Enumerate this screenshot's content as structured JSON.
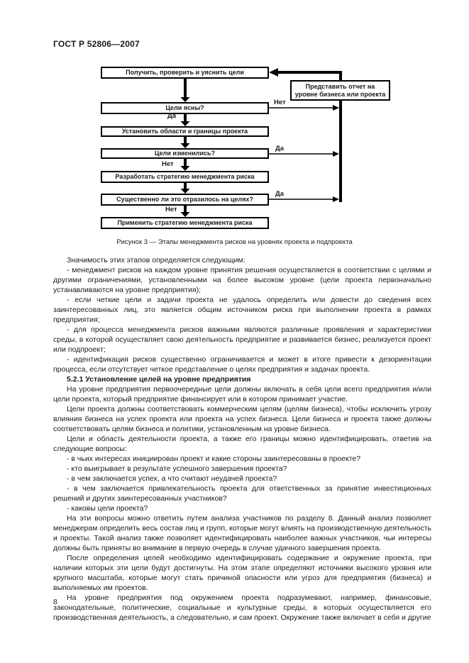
{
  "page": {
    "header": "ГОСТ Р 52806—2007",
    "page_number": "8"
  },
  "figure": {
    "caption": "Рисунок 3 — Этапы менеджмента рисков на уровнях проекта и подпроекта",
    "boxes": [
      "Получить, проверить и уяснить цели",
      "Цели ясны?",
      "Установить области и границы проекта",
      "Цели изменились?",
      "Разработать стратегию менеджмента риска",
      "Существенно ли это отразилось на целях?",
      "Применить стратегию менеджмента риска",
      "Представить отчет на уровне бизнеса или проекта"
    ],
    "edges": {
      "clear_no": "Нет",
      "clear_yes": "Да",
      "changed_yes": "Да",
      "changed_no": "Нет",
      "affected_yes": "Да",
      "affected_no": "Нет"
    }
  },
  "body": {
    "paragraphs": [
      "Значимость этих этапов определяется следующим:",
      "- менеджмент рисков на каждом уровне принятия решения осуществляется в соответствии с целями и другими ограничениями, установленными на более высоком уровне (цели проекта первоначально устанавливаются на уровне предприятия);",
      "- если четкие цели и задачи проекта не удалось определить или довести до сведения всех заинтересованных лиц, это является общим источником риска при выполнении проекта в рамках предприятия;",
      "- для процесса менеджмента рисков важными являются различные проявления и характеристики среды, в которой осуществляет свою деятельность предприятие и развивается бизнес, реализуется проект или подпроект;",
      "- идентификация рисков существенно ограничивается и может в итоге привести к дезориентации процесса, если отсутствует четкое представление о целях предприятия и задачах проекта.",
      "5.2.1 Установление целей на уровне предприятия",
      "На уровне предприятия первоочередные цели должны включать в себя цели всего предприятия и/или цели проекта, который предприятие финансирует или в котором принимает участие.",
      "Цели проекта должны соответствовать коммерческим целям (целям бизнеса), чтобы исключить угрозу влияния бизнеса на успех проекта или проекта на успех бизнеса. Цели бизнеса и проекта также должны соответствовать целям бизнеса и политики, установленным на уровне бизнеса.",
      "Цели и область деятельности проекта, а также его границы можно идентифицировать, ответив на следующие вопросы:",
      "- в чьих интересах инициирован проект и какие стороны заинтересованы в проекте?",
      "- кто выигрывает в результате успешного завершения проекта?",
      "- в чем заключается успех, а что считают неудачей проекта?",
      "- в чем заключается привлекательность проекта для ответственных за принятие инвестиционных решений и других заинтересованных участников?",
      "- каковы цели проекта?",
      "На эти вопросы можно ответить путем анализа участников по разделу 8. Данный анализ позволяет менеджерам определить весь состав лиц и групп, которые могут влиять на производственную деятельность и проекты. Такой анализ также позволяет идентифицировать наиболее важных участников, чьи интересы должны быть приняты во внимание в первую очередь в случае удачного завершения проекта.",
      "После определения целей необходимо идентифицировать содержание и окружение проекта, при наличии которых эти цели будут достигнуты. На этом этапе определяют источники высокого уровня или крупного масштаба, которые могут стать причиной опасности или угроз для предприятия (бизнеса) и выполняемых им проектов.",
      "На уровне предприятия под окружением проекта подразумевают, например, финансовые, законодательные, политические, социальные и культурные среды, в которых осуществляется его производственная деятельность, а следовательно, и сам проект. Окружение также включает в себя и другие"
    ]
  }
}
